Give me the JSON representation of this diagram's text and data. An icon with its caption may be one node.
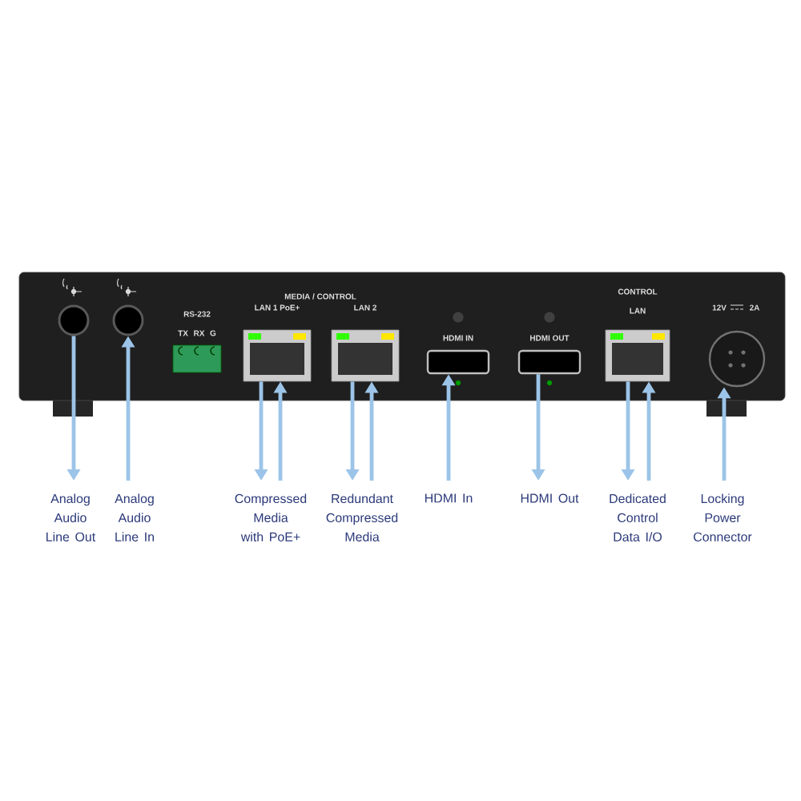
{
  "diagram": {
    "nodes": [
      {
        "text": [],
        "shape": "box"
      },
      {
        "text": [],
        "shape": "circle",
        "in": 0
      },
      {
        "text": [],
        "shape": "circle",
        "in": 0
      },
      {
        "text": [
          "RS-232 TX RX G"
        ],
        "in": 0
      },
      {
        "text": [
          "LAN 1 PoE+"
        ],
        "in": 0
      },
      {
        "text": [
          "LAN 2"
        ],
        "in": 0
      },
      {
        "text": [
          "HDMI IN"
        ],
        "in": 0
      },
      {
        "text": [
          "HDMI OUT"
        ],
        "in": 0
      },
      {
        "text": [
          "CONTROL LAN"
        ],
        "in": 0
      },
      {
        "text": [
          "12V",
          "2A"
        ],
        "in": 0
      },
      {
        "text": [
          "Analog Audio Line Out"
        ]
      },
      {
        "text": [
          "Analog Audio Line In"
        ]
      },
      {
        "text": [
          "Compressed Media with PoE+"
        ]
      },
      {
        "text": [
          "Redundant Compressed Media"
        ]
      },
      {
        "text": [
          "HDMI In"
        ]
      },
      {
        "text": [
          "HDMI Out"
        ]
      },
      {
        "text": [
          "Dedicated Control Data I/O"
        ]
      },
      {
        "text": [
          "Locking Power Connector"
        ]
      }
    ],
    "edges": [
      {
        "from": 1,
        "to": 10,
        "arrow": "to"
      },
      {
        "from": 11,
        "to": 2,
        "arrow": "to"
      },
      {
        "from": 4,
        "to": 12,
        "arrow": "to"
      },
      {
        "from": 12,
        "to": 4,
        "arrow": "to"
      },
      {
        "from": 5,
        "to": 13,
        "arrow": "to"
      },
      {
        "from": 13,
        "to": 5,
        "arrow": "to"
      },
      {
        "from": 14,
        "to": 6,
        "arrow": "to"
      },
      {
        "from": 7,
        "to": 15,
        "arrow": "to"
      },
      {
        "from": 8,
        "to": 16,
        "arrow": "to"
      },
      {
        "from": 16,
        "to": 8,
        "arrow": "to"
      },
      {
        "from": 17,
        "to": 9,
        "arrow": "to"
      }
    ],
    "labels": [
      "MEDIA / CONTROL"
    ]
  }
}
